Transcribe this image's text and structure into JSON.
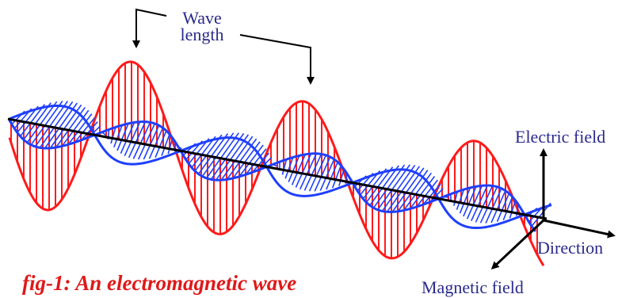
{
  "labels": {
    "wavelength_line1": "Wave",
    "wavelength_line2": "length",
    "electric_field": "Electric field",
    "direction": "Direction",
    "magnetic_field": "Magnetic field",
    "caption": "fig-1: An electromagnetic wave"
  },
  "colors": {
    "electric_wave": "#ff1a1a",
    "magnetic_wave": "#1f3fff",
    "label_text": "#2a2a8c",
    "caption_text": "#e01818",
    "axis": "#000000"
  }
}
